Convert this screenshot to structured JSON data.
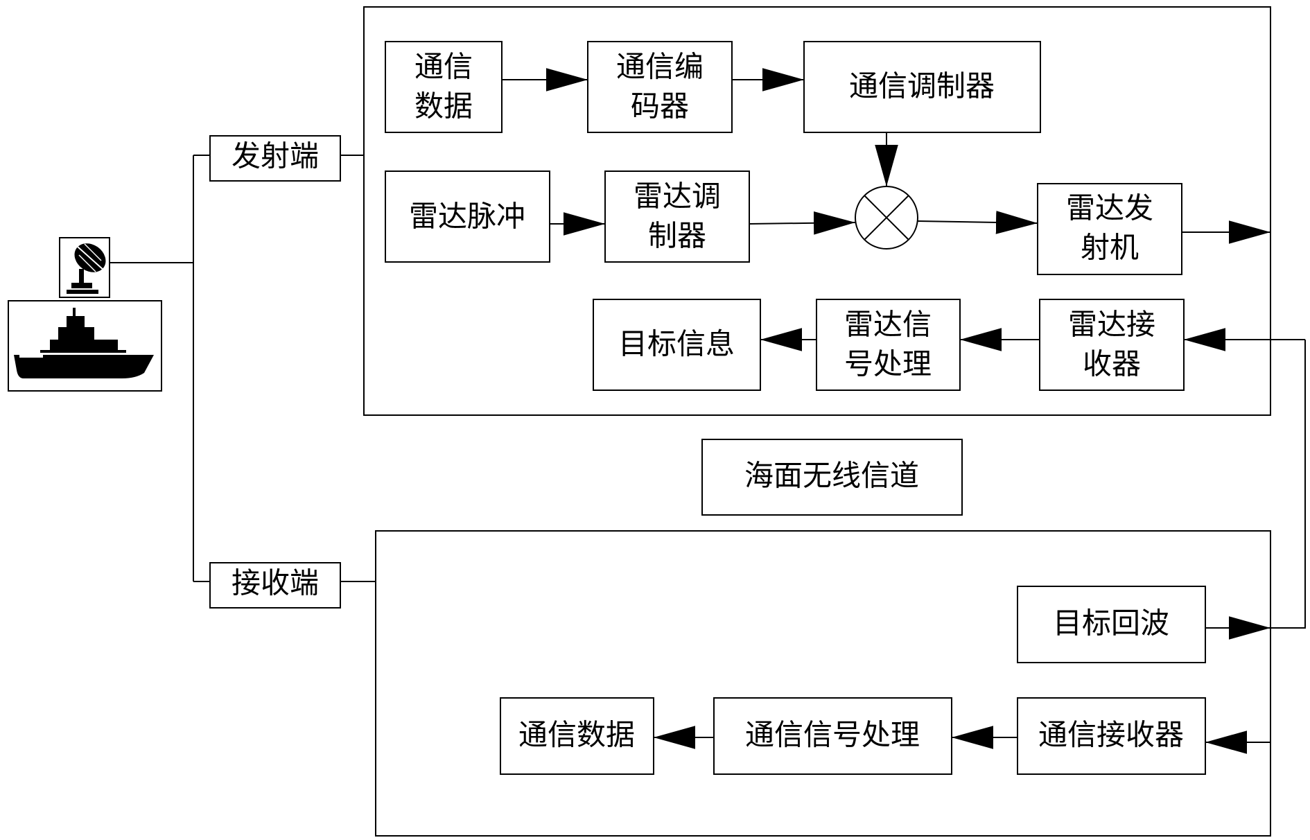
{
  "ship": {
    "icons": [
      "radar-dish-icon",
      "warship-icon"
    ]
  },
  "transmit_end": {
    "label": "发射端"
  },
  "receive_end": {
    "label": "接收端"
  },
  "channel": {
    "label": "海面无线信道"
  },
  "transmitter": {
    "comm_data": [
      "通信",
      "数据"
    ],
    "comm_encoder": [
      "通信编",
      "码器"
    ],
    "comm_modulator": [
      "通信调制器"
    ],
    "radar_pulse": [
      "雷达脉冲"
    ],
    "radar_modulator": [
      "雷达调",
      "制器"
    ],
    "radar_transmitter": [
      "雷达发",
      "射机"
    ],
    "target_info": [
      "目标信息"
    ],
    "radar_signal_processing": [
      "雷达信",
      "号处理"
    ],
    "radar_receiver": [
      "雷达接",
      "收器"
    ]
  },
  "receiver": {
    "target_echo": [
      "目标回波"
    ],
    "comm_data": [
      "通信数据"
    ],
    "comm_signal_processing": [
      "通信信号处理"
    ],
    "comm_receiver": [
      "通信接收器"
    ]
  }
}
